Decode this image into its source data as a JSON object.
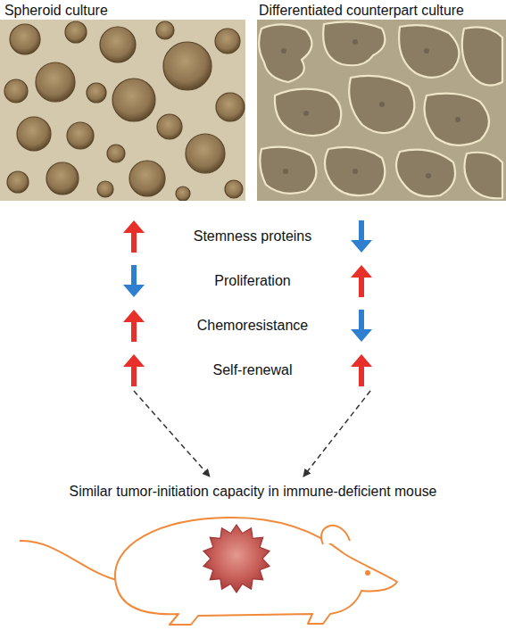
{
  "diagram": {
    "nodes": [
      {
        "text": [
          "Spheroid culture"
        ]
      },
      {
        "text": [
          "Differentiated counterpart culture"
        ]
      },
      {
        "text": [
          "Similar tumor-initiation capacity in immune-deficient mouse"
        ]
      }
    ],
    "edges": [
      {
        "from": 0,
        "to": 2,
        "arrow": "to"
      },
      {
        "from": 1,
        "to": 2,
        "arrow": "to"
      }
    ],
    "labels": [
      "Stemness proteins",
      "Proliferation",
      "Chemoresistance",
      "Self-renewal"
    ]
  }
}
